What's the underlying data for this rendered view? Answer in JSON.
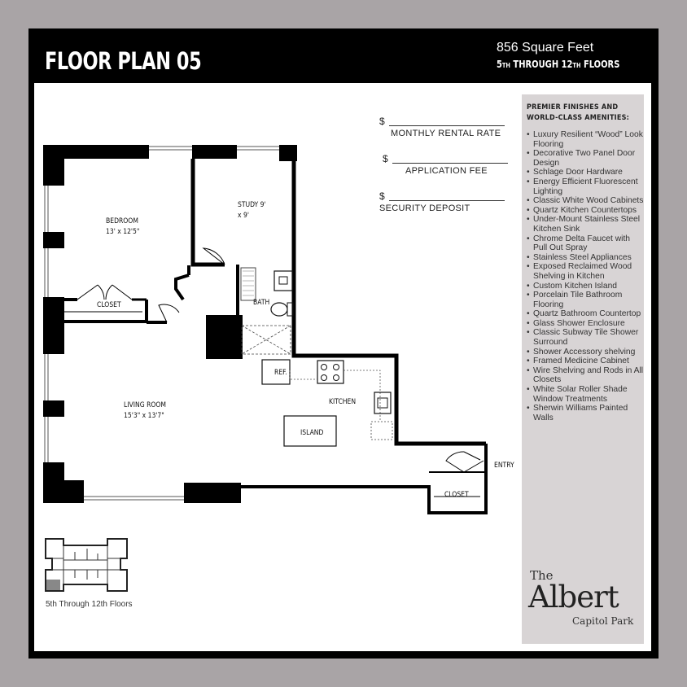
{
  "header": {
    "title": "FLOOR PLAN 05",
    "square_feet": "856 Square Feet",
    "floors_line": {
      "a": "5",
      "b": "TH",
      "c": " THROUGH 12",
      "d": "TH",
      "e": " FLOORS"
    }
  },
  "fees": [
    {
      "symbol": "$",
      "label": "MONTHLY RENTAL RATE"
    },
    {
      "symbol": "$",
      "label": "APPLICATION FEE"
    },
    {
      "symbol": "$",
      "label": "SECURITY DEPOSIT"
    }
  ],
  "amenities": {
    "heading_line1": "PREMIER FINISHES AND",
    "heading_line2": "WORLD-CLASS AMENITIES:",
    "items": [
      "Luxury Resilient “Wood” Look Flooring",
      "Decorative Two Panel Door Design",
      "Schlage Door Hardware",
      "Energy Efficient Fluorescent Lighting",
      "Classic White Wood Cabinets",
      "Quartz Kitchen Countertops",
      "Under-Mount Stainless Steel Kitchen Sink",
      "Chrome Delta Faucet with Pull Out Spray",
      "Stainless Steel Appliances",
      "Exposed Reclaimed Wood Shelving in Kitchen",
      "Custom Kitchen Island",
      "Porcelain Tile Bathroom Flooring",
      "Quartz Bathroom Countertop",
      "Glass Shower Enclosure",
      "Classic Subway Tile Shower Surround",
      "Shower Accessory shelving",
      "Framed Medicine Cabinet",
      "Wire Shelving and Rods in All Closets",
      "White Solar Roller Shade Window Treatments",
      "Sherwin Williams Painted Walls"
    ]
  },
  "rooms": {
    "bedroom": "BEDROOM",
    "bedroom_dim": "13' x 12'5\"",
    "study": "STUDY 9'",
    "study_dim": "x 9'",
    "closet1": "CLOSET",
    "bath": "BATH",
    "ref": "REF.",
    "kitchen": "KITCHEN",
    "living": "LIVING ROOM",
    "living_dim": "15'3\" x 13'7\"",
    "island": "ISLAND",
    "entry": "ENTRY",
    "closet2": "CLOSET"
  },
  "keyplan_caption": "5th Through 12th Floors",
  "logo": {
    "the": "The",
    "name": "Albert",
    "sub": "Capitol Park"
  },
  "colors": {
    "background": "#a9a4a6",
    "frame": "#000000",
    "amenity_panel": "#d8d4d5"
  }
}
